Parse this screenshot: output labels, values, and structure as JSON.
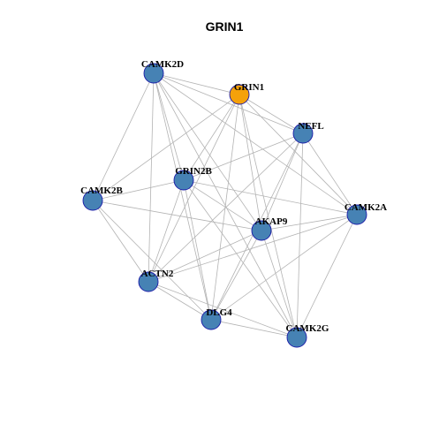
{
  "title": "GRIN1",
  "colors": {
    "focus_node": "#f5a10a",
    "node": "#4682b4",
    "node_stroke": "#1a1aa8",
    "edge": "#b3b3b3"
  },
  "nodes": [
    {
      "id": "GRIN1",
      "label": "GRIN1",
      "focus": true
    },
    {
      "id": "CAMK2D",
      "label": "CAMK2D",
      "focus": false
    },
    {
      "id": "NEFL",
      "label": "NEFL",
      "focus": false
    },
    {
      "id": "GRIN2B",
      "label": "GRIN2B",
      "focus": false
    },
    {
      "id": "CAMK2B",
      "label": "CAMK2B",
      "focus": false
    },
    {
      "id": "CAMK2A",
      "label": "CAMK2A",
      "focus": false
    },
    {
      "id": "AKAP9",
      "label": "AKAP9",
      "focus": false
    },
    {
      "id": "ACTN2",
      "label": "ACTN2",
      "focus": false
    },
    {
      "id": "DLG4",
      "label": "DLG4",
      "focus": false
    },
    {
      "id": "CAMK2G",
      "label": "CAMK2G",
      "focus": false
    }
  ],
  "edges": [
    [
      "CAMK2D",
      "GRIN1"
    ],
    [
      "CAMK2D",
      "NEFL"
    ],
    [
      "CAMK2D",
      "GRIN2B"
    ],
    [
      "CAMK2D",
      "CAMK2B"
    ],
    [
      "CAMK2D",
      "CAMK2A"
    ],
    [
      "CAMK2D",
      "AKAP9"
    ],
    [
      "CAMK2D",
      "ACTN2"
    ],
    [
      "CAMK2D",
      "DLG4"
    ],
    [
      "CAMK2D",
      "CAMK2G"
    ],
    [
      "GRIN1",
      "NEFL"
    ],
    [
      "GRIN1",
      "GRIN2B"
    ],
    [
      "GRIN1",
      "CAMK2B"
    ],
    [
      "GRIN1",
      "AKAP9"
    ],
    [
      "GRIN1",
      "ACTN2"
    ],
    [
      "GRIN1",
      "DLG4"
    ],
    [
      "GRIN1",
      "CAMK2G"
    ],
    [
      "GRIN1",
      "CAMK2A"
    ],
    [
      "NEFL",
      "GRIN2B"
    ],
    [
      "NEFL",
      "CAMK2A"
    ],
    [
      "NEFL",
      "AKAP9"
    ],
    [
      "NEFL",
      "ACTN2"
    ],
    [
      "NEFL",
      "DLG4"
    ],
    [
      "NEFL",
      "CAMK2G"
    ],
    [
      "GRIN2B",
      "CAMK2B"
    ],
    [
      "GRIN2B",
      "AKAP9"
    ],
    [
      "GRIN2B",
      "CAMK2A"
    ],
    [
      "GRIN2B",
      "ACTN2"
    ],
    [
      "GRIN2B",
      "DLG4"
    ],
    [
      "GRIN2B",
      "CAMK2G"
    ],
    [
      "CAMK2B",
      "AKAP9"
    ],
    [
      "CAMK2B",
      "ACTN2"
    ],
    [
      "CAMK2B",
      "DLG4"
    ],
    [
      "CAMK2A",
      "AKAP9"
    ],
    [
      "CAMK2A",
      "ACTN2"
    ],
    [
      "CAMK2A",
      "DLG4"
    ],
    [
      "CAMK2A",
      "CAMK2G"
    ],
    [
      "AKAP9",
      "ACTN2"
    ],
    [
      "AKAP9",
      "DLG4"
    ],
    [
      "AKAP9",
      "CAMK2G"
    ],
    [
      "ACTN2",
      "DLG4"
    ],
    [
      "ACTN2",
      "CAMK2G"
    ],
    [
      "DLG4",
      "CAMK2G"
    ]
  ]
}
